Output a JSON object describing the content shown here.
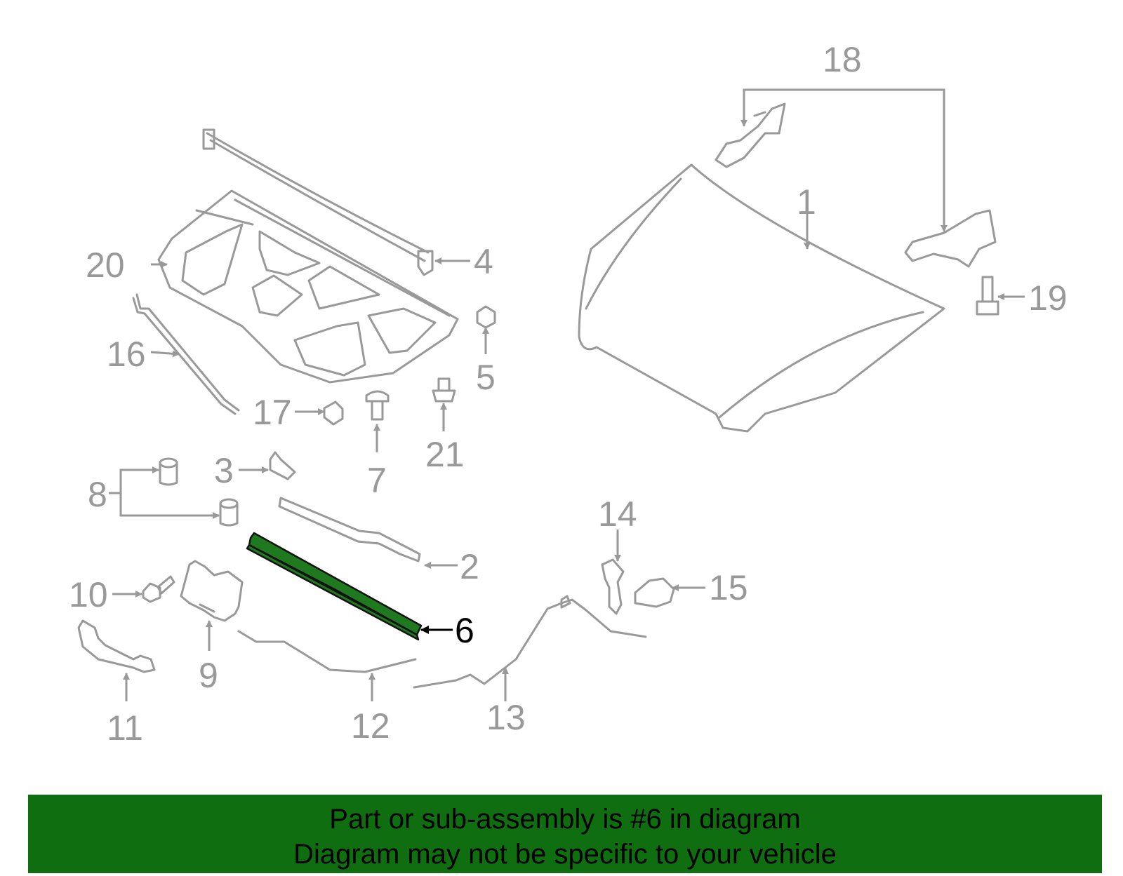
{
  "highlight_color": "#1f7a1f",
  "banner_color": "#0f6e0f",
  "part_color": "#999999",
  "callouts": [
    "1",
    "2",
    "3",
    "4",
    "5",
    "6",
    "7",
    "8",
    "9",
    "10",
    "11",
    "12",
    "13",
    "14",
    "15",
    "16",
    "17",
    "18",
    "19",
    "20",
    "21"
  ],
  "highlighted_callout": "6",
  "banner": {
    "line1": "Part or sub-assembly is #6 in diagram",
    "line2": "Diagram may not be specific to your vehicle"
  }
}
